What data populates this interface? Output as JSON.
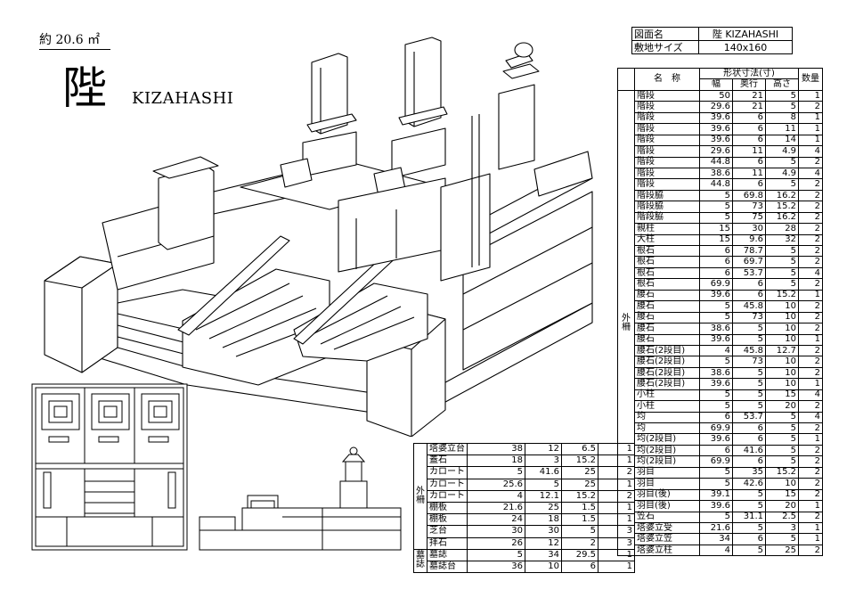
{
  "header": {
    "area": "約 20.6 ㎡",
    "title": "陛",
    "subtitle": "KIZAHASHI"
  },
  "info": {
    "drawing_label": "図面名",
    "drawing_value": "陛  KIZAHASHI",
    "site_label": "敷地サイズ",
    "site_value": "140x160"
  },
  "main_table": {
    "header_group": "形状寸法(寸)",
    "col_name": "名　称",
    "col_width": "幅",
    "col_depth": "奥行",
    "col_height": "高さ",
    "col_qty": "数量",
    "section_label": "外柵",
    "rows": [
      [
        "階段",
        "50",
        "21",
        "5",
        "1"
      ],
      [
        "階段",
        "29.6",
        "21",
        "5",
        "2"
      ],
      [
        "階段",
        "39.6",
        "6",
        "8",
        "1"
      ],
      [
        "階段",
        "39.6",
        "6",
        "11",
        "1"
      ],
      [
        "階段",
        "39.6",
        "6",
        "14",
        "1"
      ],
      [
        "階段",
        "29.6",
        "11",
        "4.9",
        "4"
      ],
      [
        "階段",
        "44.8",
        "6",
        "5",
        "2"
      ],
      [
        "階段",
        "38.6",
        "11",
        "4.9",
        "4"
      ],
      [
        "階段",
        "44.8",
        "6",
        "5",
        "2"
      ],
      [
        "階段脇",
        "5",
        "69.8",
        "16.2",
        "2"
      ],
      [
        "階段脇",
        "5",
        "73",
        "15.2",
        "2"
      ],
      [
        "階段脇",
        "5",
        "75",
        "16.2",
        "2"
      ],
      [
        "親柱",
        "15",
        "30",
        "28",
        "2"
      ],
      [
        "大柱",
        "15",
        "9.6",
        "32",
        "2"
      ],
      [
        "根石",
        "6",
        "78.7",
        "5",
        "2"
      ],
      [
        "根石",
        "6",
        "69.7",
        "5",
        "2"
      ],
      [
        "根石",
        "6",
        "53.7",
        "5",
        "4"
      ],
      [
        "根石",
        "69.9",
        "6",
        "5",
        "2"
      ],
      [
        "腰石",
        "39.6",
        "6",
        "15.2",
        "1"
      ],
      [
        "腰石",
        "5",
        "45.8",
        "10",
        "2"
      ],
      [
        "腰石",
        "5",
        "73",
        "10",
        "2"
      ],
      [
        "腰石",
        "38.6",
        "5",
        "10",
        "2"
      ],
      [
        "腰石",
        "39.6",
        "5",
        "10",
        "1"
      ],
      [
        "腰石(2段目)",
        "4",
        "45.8",
        "12.7",
        "2"
      ],
      [
        "腰石(2段目)",
        "5",
        "73",
        "10",
        "2"
      ],
      [
        "腰石(2段目)",
        "38.6",
        "5",
        "10",
        "2"
      ],
      [
        "腰石(2段目)",
        "39.6",
        "5",
        "10",
        "1"
      ],
      [
        "小柱",
        "5",
        "5",
        "15",
        "4"
      ],
      [
        "小柱",
        "5",
        "5",
        "20",
        "2"
      ],
      [
        "均",
        "6",
        "53.7",
        "5",
        "4"
      ],
      [
        "均",
        "69.9",
        "6",
        "5",
        "2"
      ],
      [
        "均(2段目)",
        "39.6",
        "6",
        "5",
        "1"
      ],
      [
        "均(2段目)",
        "6",
        "41.6",
        "5",
        "2"
      ],
      [
        "均(2段目)",
        "69.9",
        "6",
        "5",
        "2"
      ],
      [
        "羽目",
        "5",
        "35",
        "15.2",
        "2"
      ],
      [
        "羽目",
        "5",
        "42.6",
        "10",
        "2"
      ],
      [
        "羽目(後)",
        "39.1",
        "5",
        "15",
        "2"
      ],
      [
        "羽目(後)",
        "39.6",
        "5",
        "20",
        "1"
      ],
      [
        "笠石",
        "5",
        "31.1",
        "2.5",
        "2"
      ],
      [
        "塔婆立受",
        "21.6",
        "5",
        "3",
        "1"
      ],
      [
        "塔婆立笠",
        "34",
        "6",
        "5",
        "1"
      ],
      [
        "塔婆立柱",
        "4",
        "5",
        "25",
        "2"
      ]
    ]
  },
  "lower_table": {
    "section1_label": "外柵",
    "section2_label": "墓誌",
    "rows1": [
      [
        "塔婆立台",
        "38",
        "12",
        "6.5",
        "1"
      ],
      [
        "蓋石",
        "18",
        "3",
        "15.2",
        "1"
      ],
      [
        "カロート",
        "5",
        "41.6",
        "25",
        "2"
      ],
      [
        "カロート",
        "25.6",
        "5",
        "25",
        "1"
      ],
      [
        "カロート",
        "4",
        "12.1",
        "15.2",
        "2"
      ],
      [
        "棚板",
        "21.6",
        "25",
        "1.5",
        "1"
      ],
      [
        "棚板",
        "24",
        "18",
        "1.5",
        "1"
      ],
      [
        "芝台",
        "30",
        "30",
        "5",
        "3"
      ],
      [
        "拝石",
        "26",
        "12",
        "2",
        "3"
      ]
    ],
    "rows2": [
      [
        "墓誌",
        "5",
        "34",
        "29.5",
        "1"
      ],
      [
        "墓誌台",
        "36",
        "10",
        "6",
        "1"
      ]
    ]
  }
}
